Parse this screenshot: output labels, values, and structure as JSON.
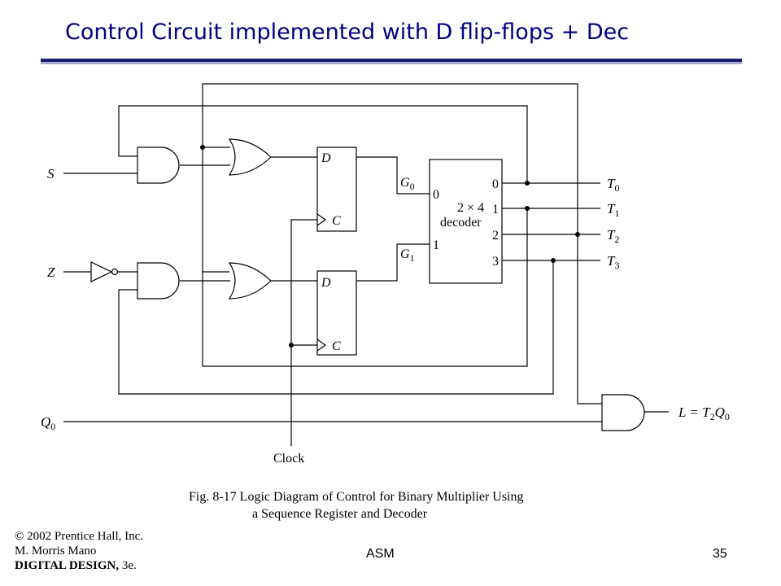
{
  "slide": {
    "title": "Control Circuit implemented with D flip-flops + Dec",
    "footer_center": "ASM",
    "page_number": "35"
  },
  "figure": {
    "caption_line1": "Fig. 8-17  Logic Diagram of Control for Binary Multiplier Using",
    "caption_line2": "a Sequence Register and Decoder",
    "inputs": {
      "s": "S",
      "z": "Z",
      "q0": "Q",
      "q0_sub": "0",
      "clock": "Clock"
    },
    "flipflops": {
      "d_label": "D",
      "c_label": "C",
      "g0": "G",
      "g0_sub": "0",
      "g1": "G",
      "g1_sub": "1"
    },
    "decoder": {
      "line1": "2 × 4",
      "line2": "decoder",
      "in0": "0",
      "in1": "1",
      "out0": "0",
      "out1": "1",
      "out2": "2",
      "out3": "3"
    },
    "outputs": {
      "t": "T",
      "t0_sub": "0",
      "t1_sub": "1",
      "t2_sub": "2",
      "t3_sub": "3",
      "l_prefix": "L = T",
      "l_sub1": "2",
      "l_mid": "Q",
      "l_sub2": "0"
    }
  },
  "copyright": {
    "line1": "© 2002 Prentice Hall, Inc.",
    "line2": "M. Morris Mano",
    "line3": "DIGITAL DESIGN,",
    "line3_suffix": " 3e."
  }
}
